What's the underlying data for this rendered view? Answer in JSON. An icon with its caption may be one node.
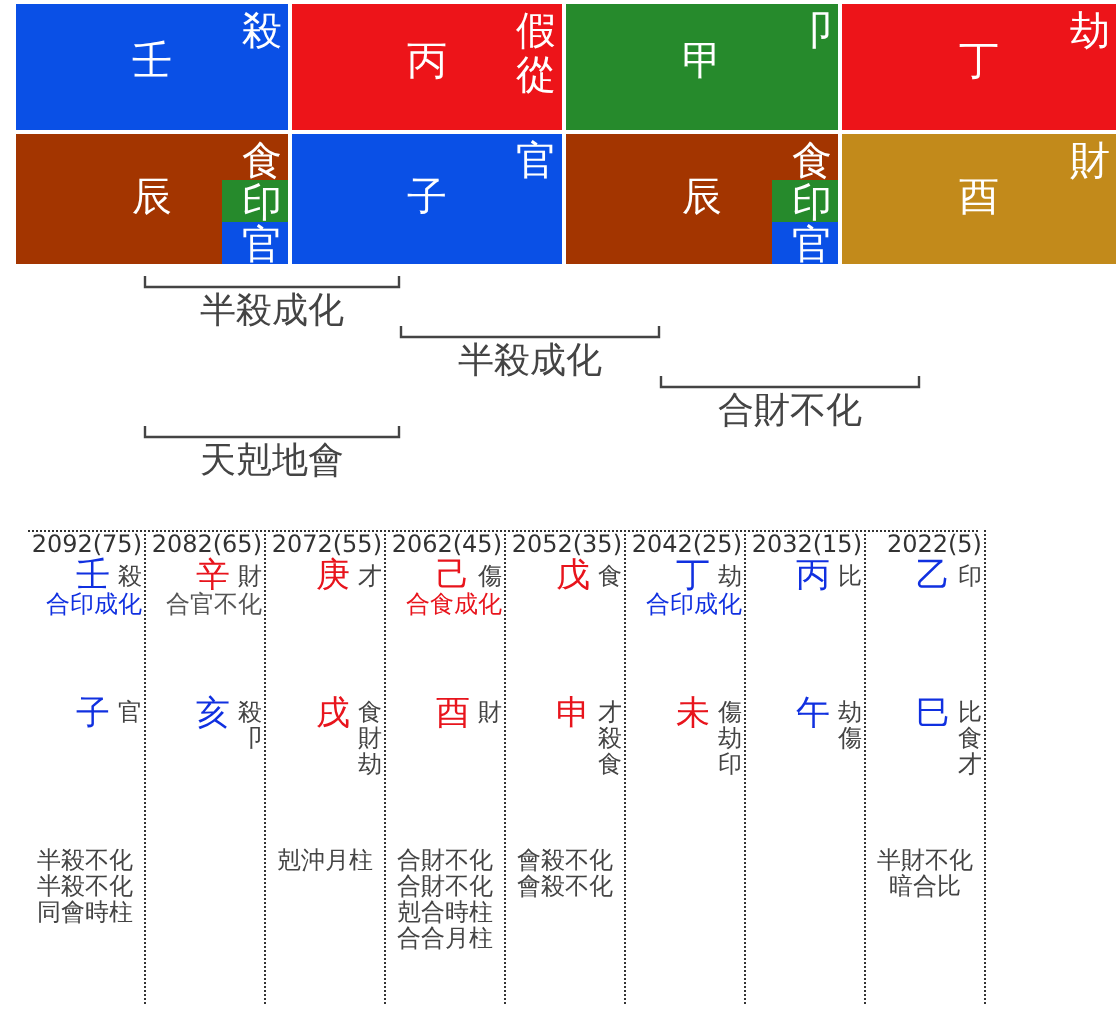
{
  "diagram": {
    "nodes": [
      {
        "text": [
          "壬",
          "殺"
        ]
      },
      {
        "text": [
          "丙",
          "假從"
        ]
      },
      {
        "text": [
          "甲",
          "卩"
        ]
      },
      {
        "text": [
          "丁",
          "劫"
        ]
      },
      {
        "text": [
          "辰",
          "食"
        ]
      },
      {
        "text": [
          "印"
        ],
        "in": 4
      },
      {
        "text": [
          "官"
        ],
        "in": 4
      },
      {
        "text": [
          "子",
          "官"
        ]
      },
      {
        "text": [
          "辰",
          "食"
        ]
      },
      {
        "text": [
          "印"
        ],
        "in": 8
      },
      {
        "text": [
          "官"
        ],
        "in": 8
      },
      {
        "text": [
          "酉",
          "財"
        ]
      }
    ],
    "labels": [
      "半殺成化",
      "半殺成化",
      "合財不化",
      "天剋地會",
      "2092(75)",
      "壬",
      "殺",
      "合印成化",
      "子",
      "官",
      "半殺不化",
      "半殺不化",
      "同會時柱",
      "2082(65)",
      "辛",
      "財",
      "合官不化",
      "亥",
      "殺卩",
      "2072(55)",
      "庚",
      "才",
      "戌",
      "食財劫",
      "剋沖月柱",
      "2062(45)",
      "己",
      "傷",
      "合食成化",
      "酉",
      "財",
      "合財不化",
      "合財不化",
      "剋合時柱",
      "合合月柱",
      "2052(35)",
      "戊",
      "食",
      "申",
      "才殺食",
      "會殺不化",
      "會殺不化",
      "2042(25)",
      "丁",
      "劫",
      "合印成化",
      "未",
      "傷劫印",
      "2032(15)",
      "丙",
      "比",
      "午",
      "劫傷",
      "2022(5)",
      "乙",
      "印",
      "巳",
      "比食才",
      "半財不化",
      "暗合比"
    ]
  }
}
